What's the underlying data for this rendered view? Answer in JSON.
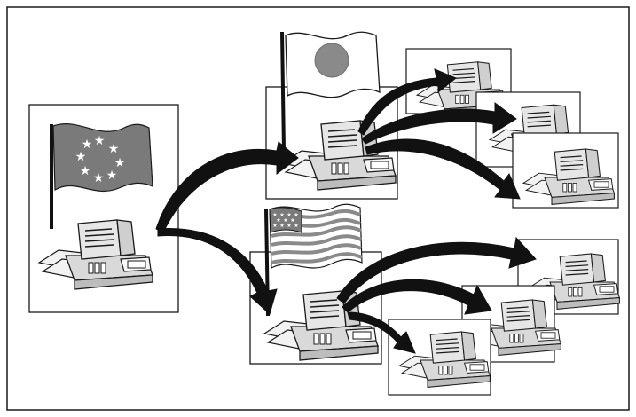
{
  "diagram": {
    "description_visible_text": [],
    "nodes": [
      {
        "id": "origin",
        "flag": "eu-flag",
        "flag_colors": {
          "field": "#7a7a7a",
          "stars": "#ffffff"
        }
      },
      {
        "id": "japan-hub",
        "flag": "japan-flag",
        "flag_colors": {
          "field": "#ffffff",
          "disc": "#8a8a8a"
        }
      },
      {
        "id": "usa-hub",
        "flag": "usa-flag",
        "flag_colors": {
          "stripes": "#8a8a8a",
          "canton": "#7a7a7a",
          "stars": "#ffffff"
        }
      },
      {
        "id": "japan-recipient-1"
      },
      {
        "id": "japan-recipient-2"
      },
      {
        "id": "japan-recipient-3"
      },
      {
        "id": "usa-recipient-1"
      },
      {
        "id": "usa-recipient-2"
      },
      {
        "id": "usa-recipient-3"
      }
    ],
    "edges": [
      {
        "from": "origin",
        "to": "japan-hub"
      },
      {
        "from": "origin",
        "to": "usa-hub"
      },
      {
        "from": "japan-hub",
        "to": "japan-recipient-1"
      },
      {
        "from": "japan-hub",
        "to": "japan-recipient-2"
      },
      {
        "from": "japan-hub",
        "to": "japan-recipient-3"
      },
      {
        "from": "usa-hub",
        "to": "usa-recipient-1"
      },
      {
        "from": "usa-hub",
        "to": "usa-recipient-2"
      },
      {
        "from": "usa-hub",
        "to": "usa-recipient-3"
      }
    ],
    "colors": {
      "line": "#1a1a1a",
      "fax_body": "#e6e6e6",
      "fax_shade": "#bdbdbd",
      "arrow": "#111111"
    }
  }
}
